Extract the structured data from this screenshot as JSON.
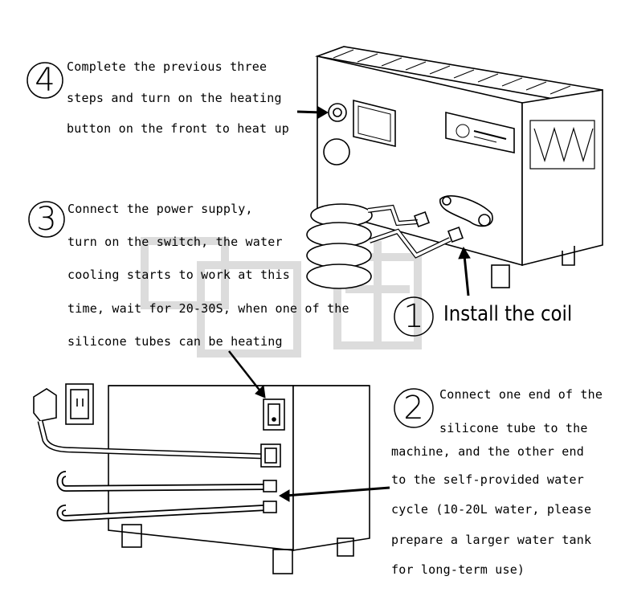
{
  "step1": {
    "number": "1",
    "text": "Install the coil"
  },
  "step2": {
    "number": "2",
    "lines": [
      "Connect one end of the",
      "silicone tube to the",
      "machine, and the other end",
      "to the self-provided water",
      "cycle (10-20L water, please",
      "prepare a larger water tank",
      "for long-term use)"
    ]
  },
  "step3": {
    "number": "3",
    "lines": [
      "Connect the power supply,",
      "turn on the switch, the water",
      "cooling starts to work at this",
      "time, wait for 20-30S, when one of the",
      "silicone tubes can be heating"
    ]
  },
  "step4": {
    "number": "4",
    "lines": [
      "Complete the previous three",
      "steps and turn on the heating",
      "button on the front to heat up"
    ]
  },
  "colors": {
    "ink": "#000000",
    "watermark": "#d8d8d8",
    "background": "#ffffff"
  }
}
